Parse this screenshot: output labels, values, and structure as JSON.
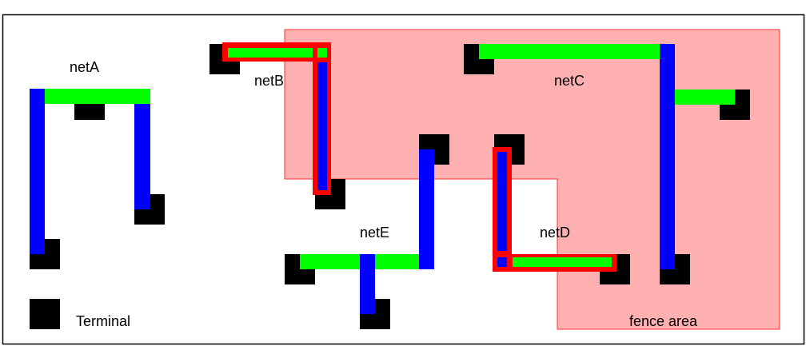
{
  "colors": {
    "fence_fill": "#ffb0b0",
    "fence_stroke": "#ff3030",
    "horizontal_wire": "#00ff00",
    "vertical_wire": "#0000ff",
    "terminal": "#000000",
    "highlight": "#ff0000",
    "frame": "#000000"
  },
  "labels": {
    "netA": "netA",
    "netB": "netB",
    "netC": "netC",
    "netD": "netD",
    "netE": "netE",
    "fence": "fence area",
    "legend_terminal": "Terminal"
  },
  "nets": [
    {
      "name": "netA",
      "highlighted": false
    },
    {
      "name": "netB",
      "highlighted": true
    },
    {
      "name": "netC",
      "highlighted": false
    },
    {
      "name": "netD",
      "highlighted": true
    },
    {
      "name": "netE",
      "highlighted": false
    }
  ],
  "legend": [
    {
      "symbol": "terminal-icon",
      "label": "Terminal"
    }
  ]
}
